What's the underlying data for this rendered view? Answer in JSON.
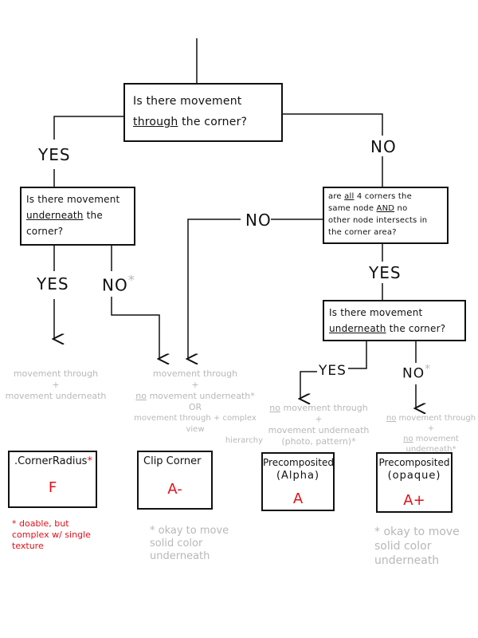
{
  "questions": {
    "q1": {
      "pre": "Is there movement",
      "u": "through",
      "post": "the corner?"
    },
    "q2": {
      "pre": "Is there movement",
      "u": "underneath",
      "post": "the corner?"
    },
    "q3": {
      "l1a": "are ",
      "l1u": "all",
      "l1b": " 4 corners the",
      "l2a": "same node ",
      "l2u": "AND",
      "l2b": " no",
      "l3": "other node intersects in",
      "l4": "the corner area?"
    },
    "q4": {
      "pre": "Is there movement",
      "u": "underneath",
      "post": "the corner?"
    }
  },
  "labels": {
    "q1_yes": "YES",
    "q1_no": "NO",
    "q2_yes": "YES",
    "q2_no": "NO",
    "q3_no": "NO",
    "q3_yes": "YES",
    "q4_yes": "YES",
    "q4_no": "NO",
    "star": "*"
  },
  "conditions": {
    "c1": {
      "l1": "movement through",
      "l2": "+",
      "l3": "movement underneath"
    },
    "c2": {
      "l1": "movement through",
      "l2": "+",
      "l3u": "no",
      "l3": " movement underneath",
      "l4": "OR",
      "l5": "movement through + complex view",
      "l6": "hierarchy"
    },
    "c3": {
      "l1u": "no",
      "l1": " movement through",
      "l2": "+",
      "l3": "movement underneath",
      "l4": "(photo, pattern)"
    },
    "c4": {
      "l1u": "no",
      "l1": " movement through",
      "l2": "+",
      "l3u": "no",
      "l3": " movement",
      "l4": "underneath"
    }
  },
  "outcomes": [
    {
      "name": ".CornerRadius",
      "grade": "F"
    },
    {
      "name": "Clip Corner",
      "grade": "A-"
    },
    {
      "name": "Precomposited",
      "sub": "(Alpha)",
      "grade": "A"
    },
    {
      "name": "Precomposited",
      "sub": "(opaque)",
      "grade": "A+"
    }
  ],
  "notes": {
    "red": "* doable, but complex w/ single texture",
    "clip": "* okay to move solid color underneath",
    "opaque": "* okay to move solid color underneath"
  }
}
